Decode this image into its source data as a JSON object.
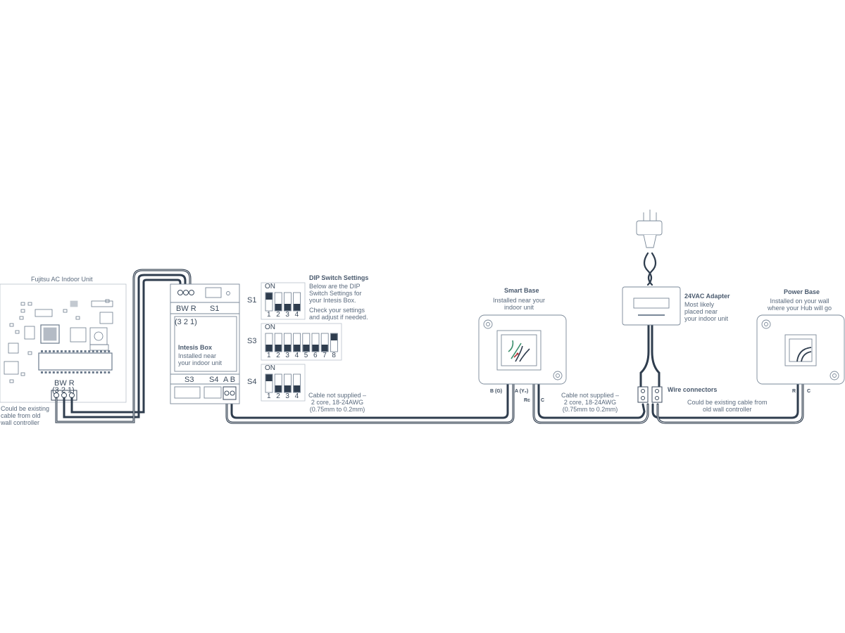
{
  "indoor_unit": {
    "title": "Fujitsu AC Indoor Unit",
    "terminal_labels": "BW R",
    "terminal_numbers": "(3 2 1)",
    "cable_note": "Could be existing\ncable from old\nwall controller"
  },
  "intesis": {
    "top_labels": "BW R",
    "s1_label": "S1",
    "numbers": "(3 2 1)",
    "title": "Intesis Box",
    "desc": "Installed near\nyour indoor unit",
    "s3_label": "S3",
    "s4_label": "S4",
    "ab_label": "A B"
  },
  "dip": {
    "title": "DIP Switch Settings",
    "desc1": "Below are the DIP\nSwitch Settings for\nyour Intesis Box.",
    "desc2": "Check your settings\nand adjust if needed.",
    "on_label": "ON",
    "groups": [
      {
        "name": "S1",
        "switches": [
          1,
          0,
          0,
          0
        ]
      },
      {
        "name": "S3",
        "switches": [
          0,
          0,
          0,
          0,
          0,
          0,
          0,
          1
        ]
      },
      {
        "name": "S4",
        "switches": [
          1,
          0,
          0,
          0
        ]
      }
    ]
  },
  "cable_note_1": "Cable not supplied –\n2 core, 18-24AWG\n(0.75mm to 0.2mm)",
  "smart_base": {
    "title": "Smart Base",
    "desc": "Installed near your\nindoor unit",
    "term_b": "B (G)",
    "term_a": "A (Y₂)",
    "term_rc": "Rc",
    "term_c": "C"
  },
  "cable_note_2": "Cable not supplied –\n2 core, 18-24AWG\n(0.75mm to 0.2mm)",
  "adapter": {
    "title": "24VAC Adapter",
    "desc": "Most likely\nplaced near\nyour indoor unit"
  },
  "wire_connectors": "Wire connectors",
  "cable_note_3": "Could be existing cable from\nold wall controller",
  "power_base": {
    "title": "Power Base",
    "desc": "Installed on your wall\nwhere your Hub will go",
    "term_r": "R",
    "term_c": "C"
  }
}
